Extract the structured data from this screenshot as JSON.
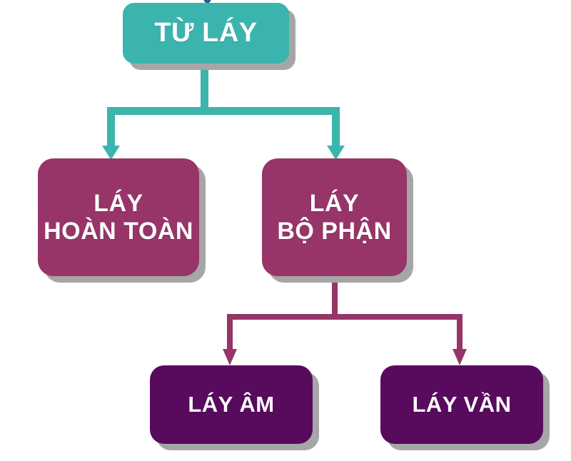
{
  "diagram": {
    "title": "TỪ LÁY",
    "type": "tree-hierarchy",
    "orientation": "top-down",
    "background_color": "#ffffff",
    "shadow_color": "#a6a6a6",
    "levels": 3,
    "nodes": [
      {
        "id": "root",
        "label": "TỪ LÁY",
        "level": 1,
        "fill_color": "#3cb4ae",
        "text_color": "#ffffff"
      },
      {
        "id": "full",
        "label": "LÁY\nHOÀN TOÀN",
        "level": 2,
        "fill_color": "#973468",
        "text_color": "#ffffff"
      },
      {
        "id": "partial",
        "label": "LÁY\nBỘ PHẬN",
        "level": 2,
        "fill_color": "#973468",
        "text_color": "#ffffff"
      },
      {
        "id": "am",
        "label": "LÁY ÂM",
        "level": 3,
        "fill_color": "#580a5d",
        "text_color": "#ffffff"
      },
      {
        "id": "van",
        "label": "LÁY VẦN",
        "level": 3,
        "fill_color": "#580a5d",
        "text_color": "#ffffff"
      }
    ],
    "connectors": [
      {
        "id": "incoming-top",
        "from": "offscreen",
        "to": "root",
        "color": "#2e5d86",
        "style": "arrow-down-clipped"
      },
      {
        "id": "root-to-full",
        "from": "root",
        "to": "full",
        "color": "#3cb4ae",
        "style": "elbow-arrow-down"
      },
      {
        "id": "root-to-partial",
        "from": "root",
        "to": "partial",
        "color": "#3cb4ae",
        "style": "elbow-arrow-down"
      },
      {
        "id": "partial-to-am",
        "from": "partial",
        "to": "am",
        "color": "#973468",
        "style": "elbow-arrow-down"
      },
      {
        "id": "partial-to-van",
        "from": "partial",
        "to": "van",
        "color": "#973468",
        "style": "elbow-arrow-down"
      }
    ]
  }
}
